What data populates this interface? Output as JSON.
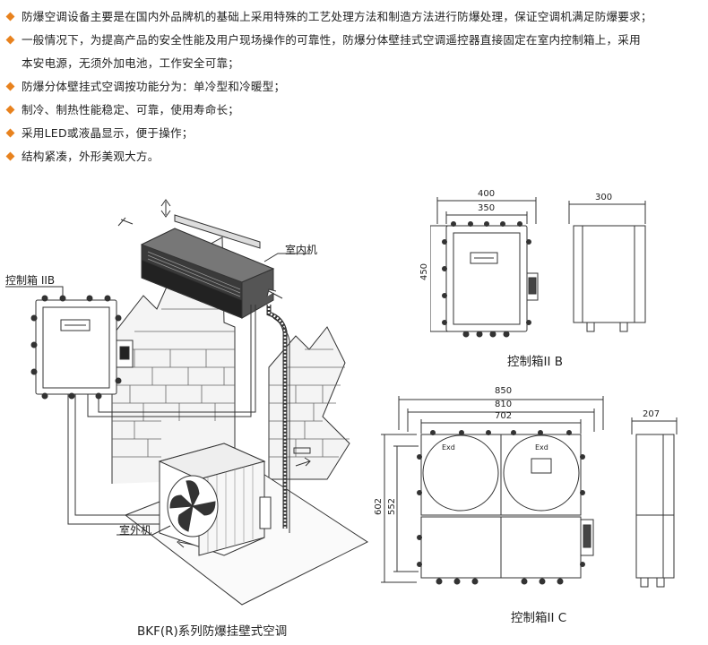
{
  "features": [
    {
      "lines": [
        "防爆空调设备主要是在国内外品牌机的基础上采用特殊的工艺处理方法和制造方法进行防爆处理，保证空调机满足防爆要求；"
      ]
    },
    {
      "lines": [
        "一般情况下，为提高产品的安全性能及用户现场操作的可靠性，防爆分体壁挂式空调遥控器直接固定在室内控制箱上，采用",
        "本安电源，无须外加电池，工作安全可靠；"
      ]
    },
    {
      "lines": [
        "防爆分体壁挂式空调按功能分为：单冷型和冷暖型；"
      ]
    },
    {
      "lines": [
        "制冷、制热性能稳定、可靠，使用寿命长；"
      ]
    },
    {
      "lines": [
        "采用LED或液晶显示，便于操作；"
      ]
    },
    {
      "lines": [
        "结构紧凑，外形美观大方。"
      ]
    }
  ],
  "installation": {
    "indoor_unit_label": "室内机",
    "control_box_label": "控制箱 IIB",
    "outdoor_unit_label": "室外机",
    "caption": "BKF(R)系列防爆挂壁式空调"
  },
  "box_iib": {
    "width_outer": "400",
    "width_inner": "350",
    "height": "450",
    "depth": "300",
    "caption": "控制箱II B"
  },
  "box_iic": {
    "width_outer": "850",
    "width_mid": "810",
    "width_inner": "702",
    "height_outer": "602",
    "height_inner": "552",
    "depth": "207",
    "plate_text_left": "Exd",
    "plate_text_right": "Exd",
    "caption": "控制箱II C"
  },
  "colors": {
    "bullet": "#e8821e",
    "line": "#333333"
  }
}
